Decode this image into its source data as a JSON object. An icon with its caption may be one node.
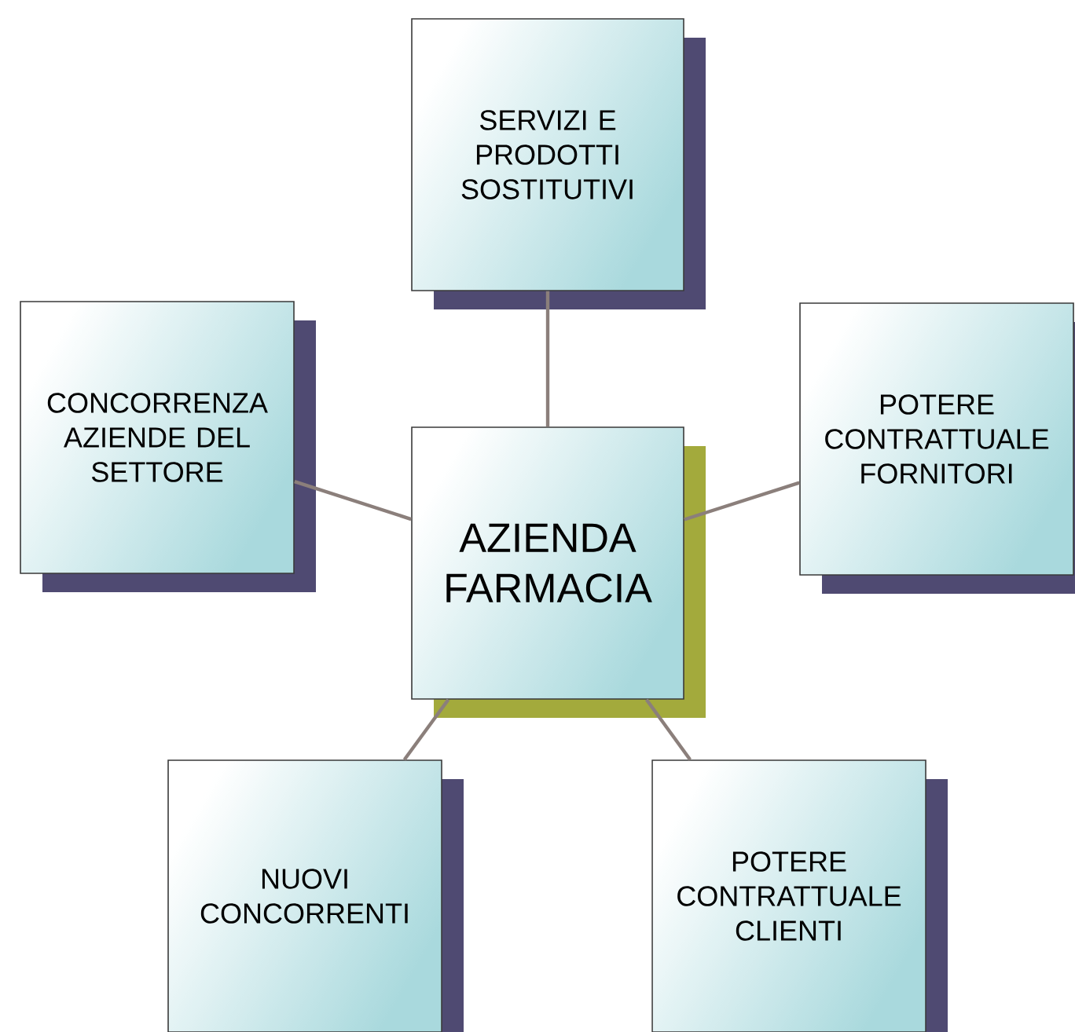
{
  "diagram": {
    "nodes": [
      {
        "text": [
          "SERVIZI E PRODOTTI SOSTITUTIVI"
        ]
      },
      {
        "text": [
          "CONCORRENZA AZIENDE DEL SETTORE"
        ]
      },
      {
        "text": [
          "AZIENDA FARMACIA"
        ]
      },
      {
        "text": [
          "POTERE CONTRATTUALE FORNITORI"
        ]
      },
      {
        "text": [
          "NUOVI CONCORRENTI"
        ]
      },
      {
        "text": [
          "POTERE CONTRATTUALE CLIENTI"
        ]
      }
    ],
    "edges": [
      {
        "from": 2,
        "to": 0,
        "arrow": "none"
      },
      {
        "from": 2,
        "to": 1,
        "arrow": "none"
      },
      {
        "from": 2,
        "to": 3,
        "arrow": "none"
      },
      {
        "from": 2,
        "to": 4,
        "arrow": "none"
      },
      {
        "from": 2,
        "to": 5,
        "arrow": "none"
      }
    ]
  }
}
